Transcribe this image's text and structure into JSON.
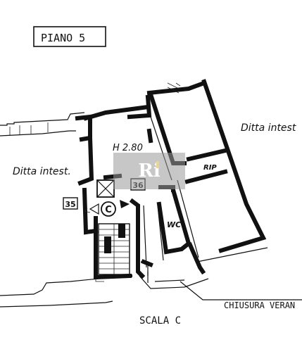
{
  "plan": {
    "floor_label": "PIANO  5",
    "neighbor_right": "Ditta intest",
    "neighbor_left": "Ditta intest.",
    "height_label": "H 2.80",
    "room_ripostiglio": "RIP",
    "room_bathroom": "WC",
    "number_left": "35",
    "number_right": "36",
    "stair_letter": "C",
    "stair_label": "SCALA  C",
    "closure_label": "CHIUSURA VERAN",
    "watermark_logo": "Ri"
  },
  "colors": {
    "ink": "#111111",
    "watermark": "#9a9a9a",
    "logo_accent": "#d7b24a"
  }
}
